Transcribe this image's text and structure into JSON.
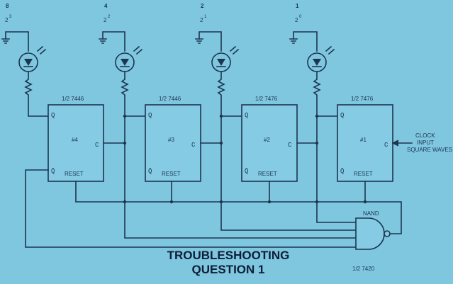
{
  "bits": [
    {
      "weight": "8",
      "power_base": "2",
      "power_exp": "3"
    },
    {
      "weight": "4",
      "power_base": "2",
      "power_exp": "2"
    },
    {
      "weight": "2",
      "power_base": "2",
      "power_exp": "1"
    },
    {
      "weight": "1",
      "power_base": "2",
      "power_exp": "0"
    }
  ],
  "flipflops": [
    {
      "part": "1/2 7446",
      "number": "#4",
      "q": "Q",
      "qbar": "Q̄",
      "clock": "C",
      "reset": "RESET"
    },
    {
      "part": "1/2 7446",
      "number": "#3",
      "q": "Q",
      "qbar": "Q̄",
      "clock": "C",
      "reset": "RESET"
    },
    {
      "part": "1/2 7476",
      "number": "#2",
      "q": "Q",
      "qbar": "Q̄",
      "clock": "C",
      "reset": "RESET"
    },
    {
      "part": "1/2 7476",
      "number": "#1",
      "q": "Q",
      "qbar": "Q̄",
      "clock": "C",
      "reset": "RESET"
    }
  ],
  "clock_input": {
    "line1": "CLOCK",
    "line2": "INPUT",
    "line3": "SQUARE WAVES"
  },
  "nand": {
    "label": "NAND",
    "part": "1/2 7420"
  },
  "title": {
    "line1": "TROUBLESHOOTING",
    "line2": "QUESTION 1"
  }
}
